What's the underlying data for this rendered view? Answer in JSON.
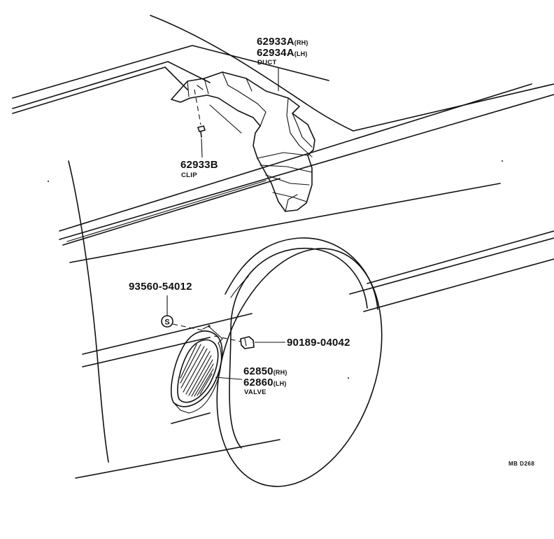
{
  "parts": {
    "duct": {
      "number_rh": "62933A",
      "suffix_rh": "(RH)",
      "number_lh": "62934A",
      "suffix_lh": "(LH)",
      "description": "DUCT"
    },
    "clip": {
      "number": "62933B",
      "description": "CLIP"
    },
    "screw": {
      "number": "93560-54012",
      "symbol": "S"
    },
    "nut": {
      "number": "90189-04042"
    },
    "valve": {
      "number_rh": "62850",
      "suffix_rh": "(RH)",
      "number_lh": "62860",
      "suffix_lh": "(LH)",
      "description": "VALVE"
    }
  },
  "diagram_code": "MB D268"
}
